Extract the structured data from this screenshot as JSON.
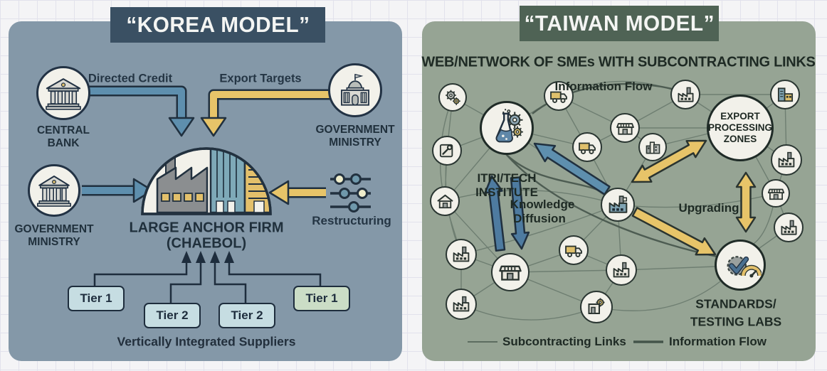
{
  "korea": {
    "banner": "“KOREA MODEL”",
    "central_bank": [
      "CENTRAL",
      "BANK"
    ],
    "gov_ministry_top": [
      "GOVERNMENT",
      "MINISTRY"
    ],
    "gov_ministry_left": [
      "GOVERNMENT",
      "MINISTRY"
    ],
    "arrow_directed_credit": "Directed Credit",
    "arrow_export_targets": "Export Targets",
    "restructuring": "Restructuring",
    "anchor_firm": [
      "LARGE ANCHOR FIRM",
      "(CHAEBOL)"
    ],
    "tiers": [
      "Tier 1",
      "Tier 2",
      "Tier 2",
      "Tier 1"
    ],
    "caption": "Vertically Integrated Suppliers"
  },
  "taiwan": {
    "banner": "“TAIWAN MODEL”",
    "headline": "WEB/NETWORK OF SMEs WITH SUBCONTRACTING LINKS",
    "information_flow_label": "Information Flow",
    "itri": [
      "ITRI/TECH",
      "INSTITUTE"
    ],
    "knowledge_diffusion": [
      "Knowledge",
      "Diffusion"
    ],
    "upgrading": "Upgrading",
    "epz": [
      "EXPORT",
      "PROCESSING",
      "ZONES"
    ],
    "standards": [
      "STANDARDS/",
      "TESTING LABS"
    ],
    "legend": [
      {
        "label": "Subcontracting Links"
      },
      {
        "label": "Information Flow"
      }
    ],
    "icon_names": [
      "gears-icon",
      "tool-icon",
      "house-icon",
      "factory-icon",
      "truck-icon",
      "store-icon",
      "factory-cluster-icon",
      "factory-hub-icon",
      "gear-house-icon",
      "buildings-icon",
      "flask-gears-icon",
      "badge-gauge-icon",
      "bank-icon",
      "capitol-icon",
      "sliders-icon"
    ]
  },
  "colors": {
    "korea_panel": "#8498a8",
    "korea_banner": "#3a5063",
    "taiwan_panel": "#96a494",
    "taiwan_banner": "#4f6355",
    "blue_arrow": "#5e8fae",
    "yellow_arrow": "#e7c469",
    "tier_blue": "#c6dde2",
    "tier_green": "#cbddc6",
    "dark_text": "#20303c"
  }
}
